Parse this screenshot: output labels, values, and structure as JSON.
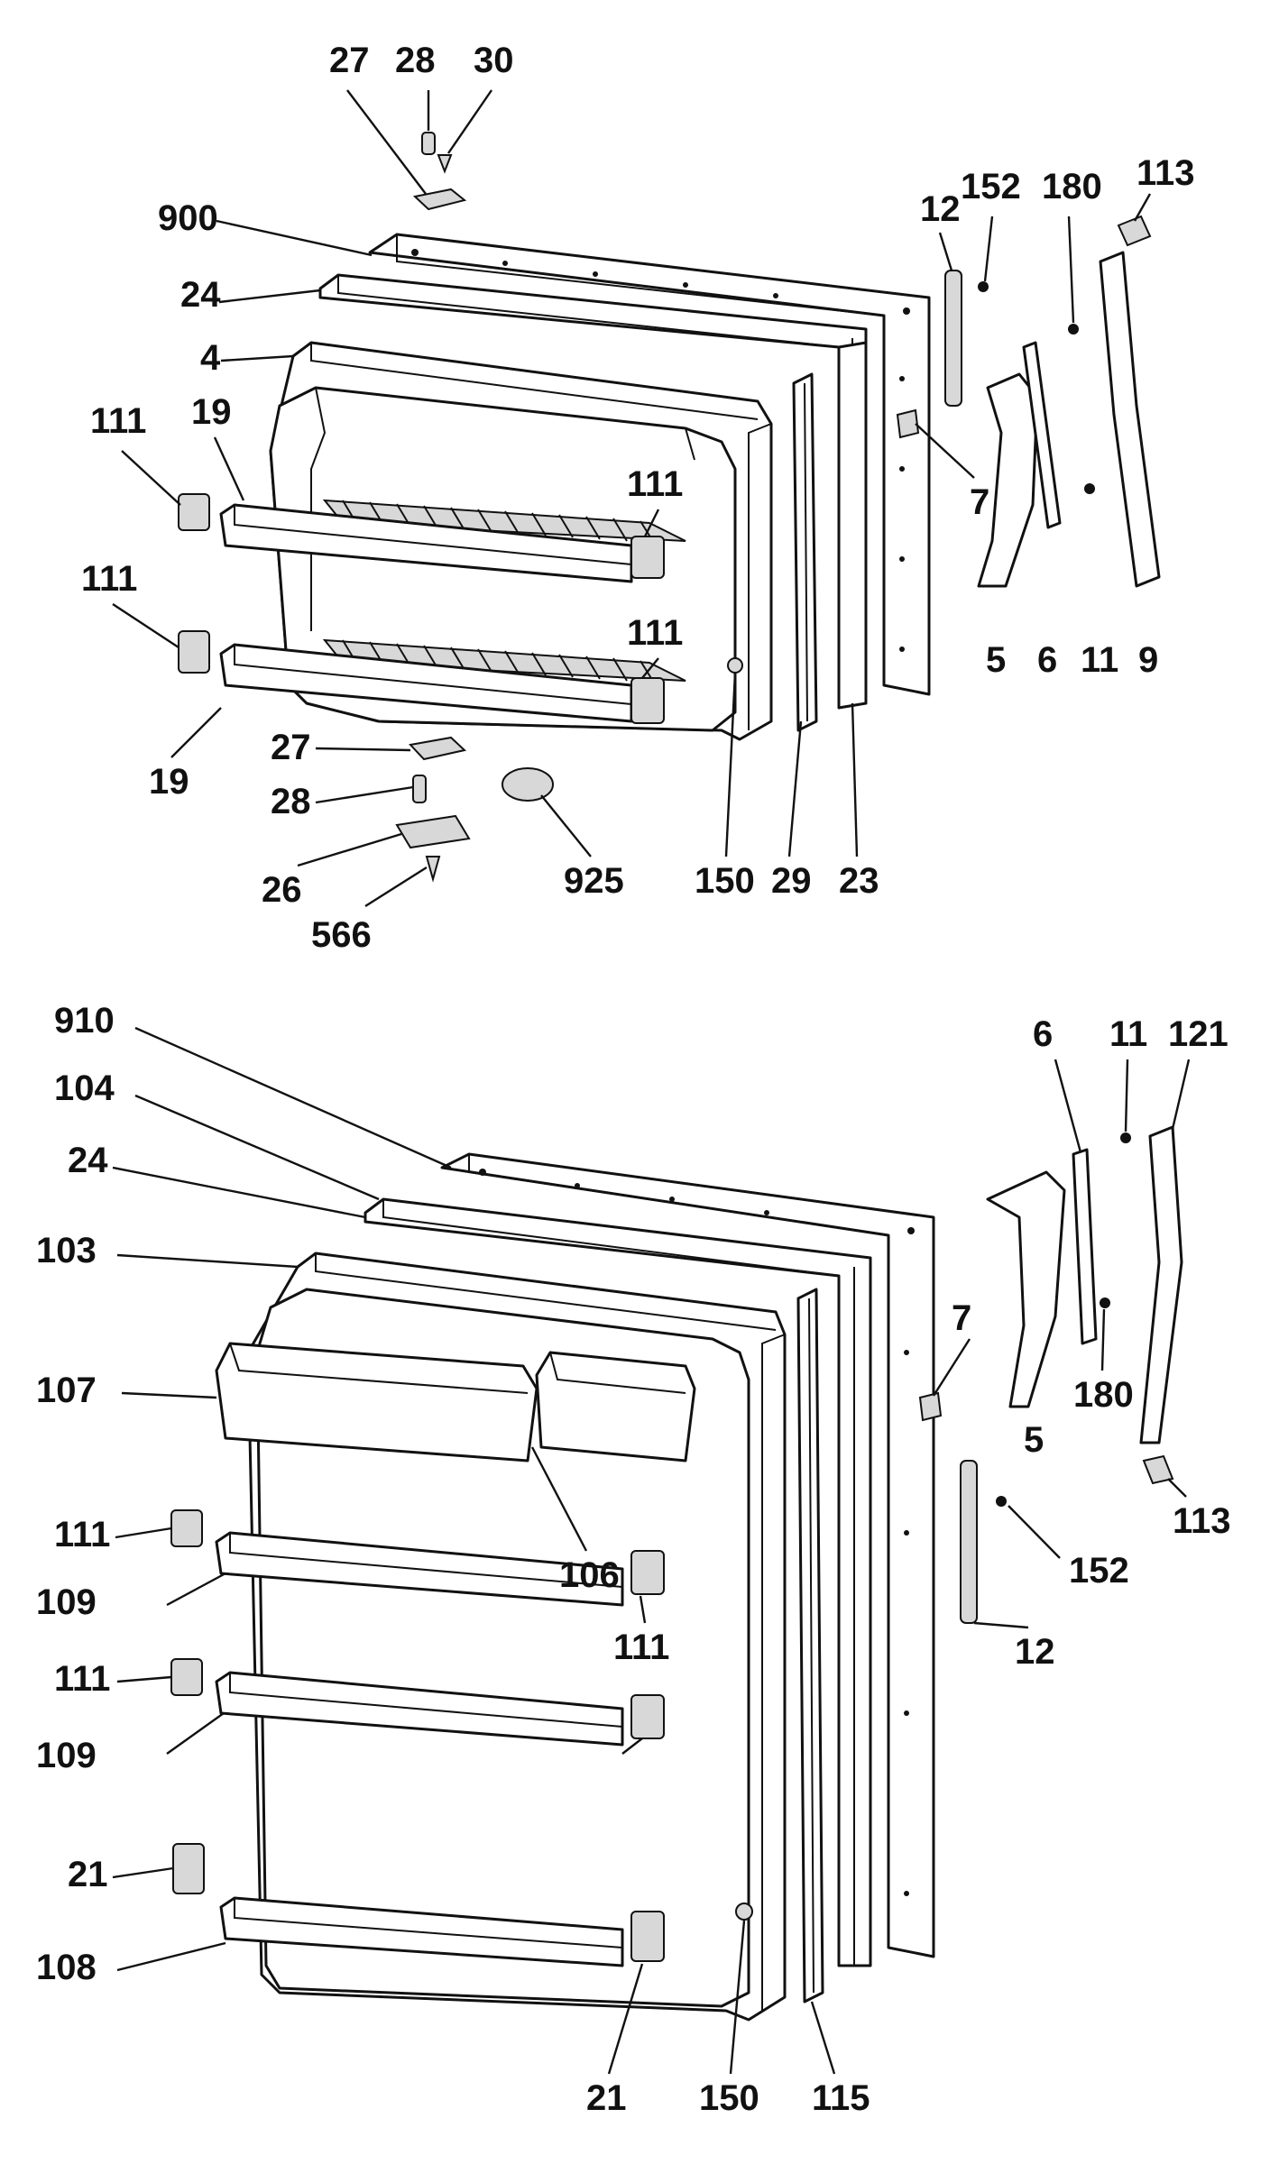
{
  "colors": {
    "ink": "#111111",
    "paper": "#ffffff",
    "shade": "#d8d8d8"
  },
  "freezer_labels": [
    {
      "id": "f27a",
      "text": "27"
    },
    {
      "id": "f28a",
      "text": "28"
    },
    {
      "id": "f30",
      "text": "30"
    },
    {
      "id": "f900",
      "text": "900"
    },
    {
      "id": "f24",
      "text": "24"
    },
    {
      "id": "f4",
      "text": "4"
    },
    {
      "id": "f111a",
      "text": "111"
    },
    {
      "id": "f19a",
      "text": "19"
    },
    {
      "id": "f111b",
      "text": "111"
    },
    {
      "id": "f19b",
      "text": "19"
    },
    {
      "id": "f111c",
      "text": "111"
    },
    {
      "id": "f111d",
      "text": "111"
    },
    {
      "id": "f27b",
      "text": "27"
    },
    {
      "id": "f28b",
      "text": "28"
    },
    {
      "id": "f26",
      "text": "26"
    },
    {
      "id": "f566",
      "text": "566"
    },
    {
      "id": "f925",
      "text": "925"
    },
    {
      "id": "f150",
      "text": "150"
    },
    {
      "id": "f29",
      "text": "29"
    },
    {
      "id": "f23",
      "text": "23"
    },
    {
      "id": "f12",
      "text": "12"
    },
    {
      "id": "f152",
      "text": "152"
    },
    {
      "id": "f180",
      "text": "180"
    },
    {
      "id": "f113",
      "text": "113"
    },
    {
      "id": "f7",
      "text": "7"
    },
    {
      "id": "f5",
      "text": "5"
    },
    {
      "id": "f6",
      "text": "6"
    },
    {
      "id": "f11",
      "text": "11"
    },
    {
      "id": "f9",
      "text": "9"
    }
  ],
  "fresh_labels": [
    {
      "id": "r910",
      "text": "910"
    },
    {
      "id": "r104",
      "text": "104"
    },
    {
      "id": "r24",
      "text": "24"
    },
    {
      "id": "r103",
      "text": "103"
    },
    {
      "id": "r107",
      "text": "107"
    },
    {
      "id": "r111a",
      "text": "111"
    },
    {
      "id": "r109a",
      "text": "109"
    },
    {
      "id": "r106",
      "text": "106"
    },
    {
      "id": "r111b",
      "text": "111"
    },
    {
      "id": "r111c",
      "text": "111"
    },
    {
      "id": "r109b",
      "text": "109"
    },
    {
      "id": "r21a",
      "text": "21"
    },
    {
      "id": "r108",
      "text": "108"
    },
    {
      "id": "r21b",
      "text": "21"
    },
    {
      "id": "r150",
      "text": "150"
    },
    {
      "id": "r115",
      "text": "115"
    },
    {
      "id": "r6",
      "text": "6"
    },
    {
      "id": "r11",
      "text": "11"
    },
    {
      "id": "r121",
      "text": "121"
    },
    {
      "id": "r7",
      "text": "7"
    },
    {
      "id": "r5",
      "text": "5"
    },
    {
      "id": "r180",
      "text": "180"
    },
    {
      "id": "r113",
      "text": "113"
    },
    {
      "id": "r152",
      "text": "152"
    },
    {
      "id": "r12",
      "text": "12"
    }
  ]
}
